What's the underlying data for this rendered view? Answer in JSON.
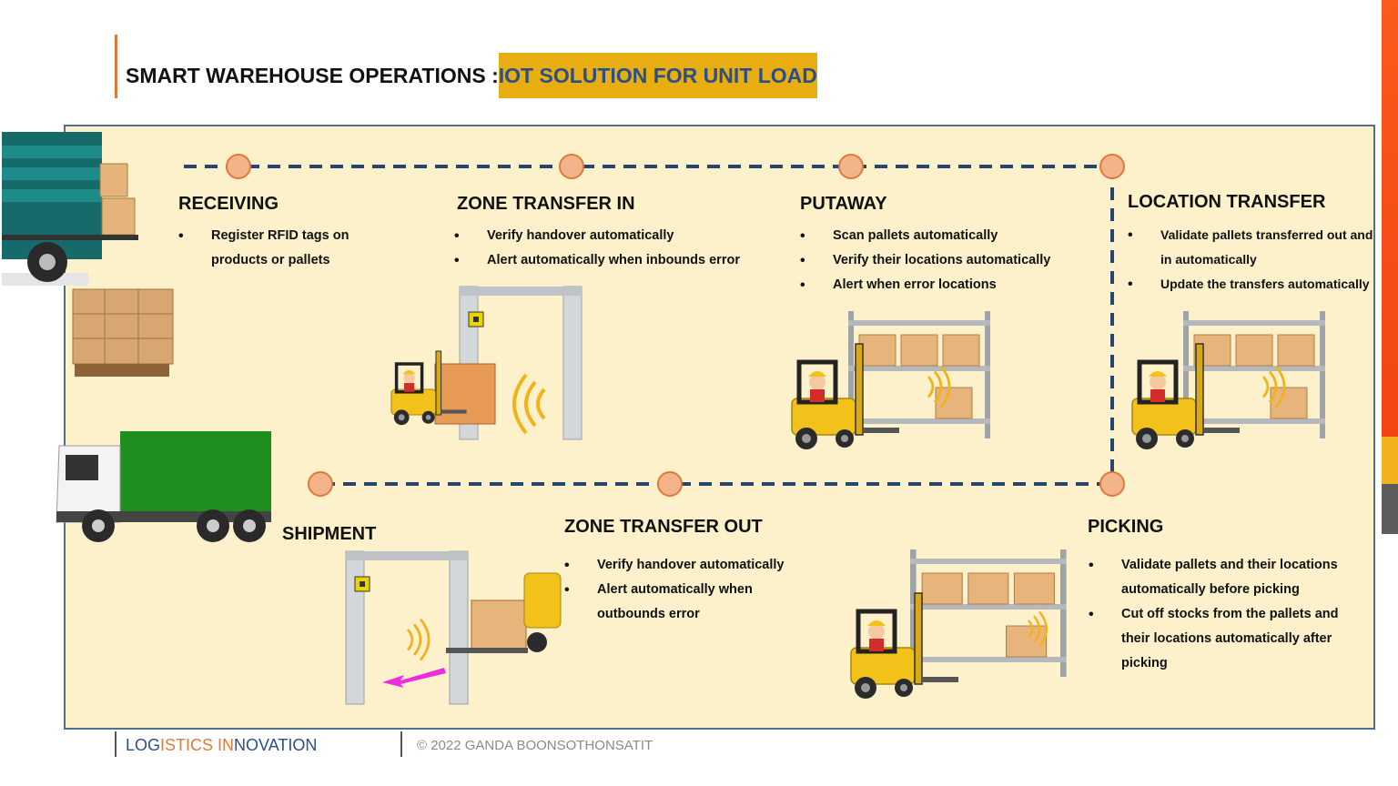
{
  "header": {
    "title_prefix": "SMART WAREHOUSE OPERATIONS : ",
    "title_highlight": "IOT SOLUTION FOR UNIT LOAD",
    "highlight_color": "#e8ad10"
  },
  "colors": {
    "panel_background": "#fdf1cc",
    "flow_line": "#25466e",
    "node_fill": "#f3b48a",
    "node_stroke": "#e07a3c"
  },
  "stages": {
    "receiving": {
      "title": "RECEIVING",
      "bullets": [
        "Register RFID tags on products or  pallets"
      ]
    },
    "zone_in": {
      "title": "ZONE TRANSFER IN",
      "bullets": [
        "Verify handover automatically",
        "Alert automatically when inbounds error"
      ]
    },
    "putaway": {
      "title": "PUTAWAY",
      "bullets": [
        "Scan pallets automatically",
        "Verify their locations automatically",
        "Alert when error locations"
      ]
    },
    "location_transfer": {
      "title": "LOCATION TRANSFER",
      "bullets": [
        "Validate pallets transferred out and in automatically",
        "Update the transfers automatically"
      ]
    },
    "picking": {
      "title": "PICKING",
      "bullets": [
        "Validate pallets and their locations automatically before picking",
        "Cut off stocks from the pallets and their locations automatically after picking"
      ]
    },
    "zone_out": {
      "title": "ZONE TRANSFER OUT",
      "bullets": [
        "Verify handover automatically",
        "Alert automatically when outbounds error"
      ]
    },
    "shipment": {
      "title": "SHIPMENT"
    }
  },
  "icons": [
    "delivery-truck-icon",
    "pallet-boxes-icon",
    "rfid-gate-icon",
    "forklift-icon",
    "warehouse-rack-icon",
    "rfid-signal-icon",
    "shipping-truck-icon",
    "arrow-icon"
  ],
  "footer": {
    "brand_a": "LOG",
    "brand_b": "ISTICS ",
    "brand_c": "IN",
    "brand_d": "NOVATION",
    "copyright": "© 2022 GANDA BOONSOTHONSATIT"
  }
}
